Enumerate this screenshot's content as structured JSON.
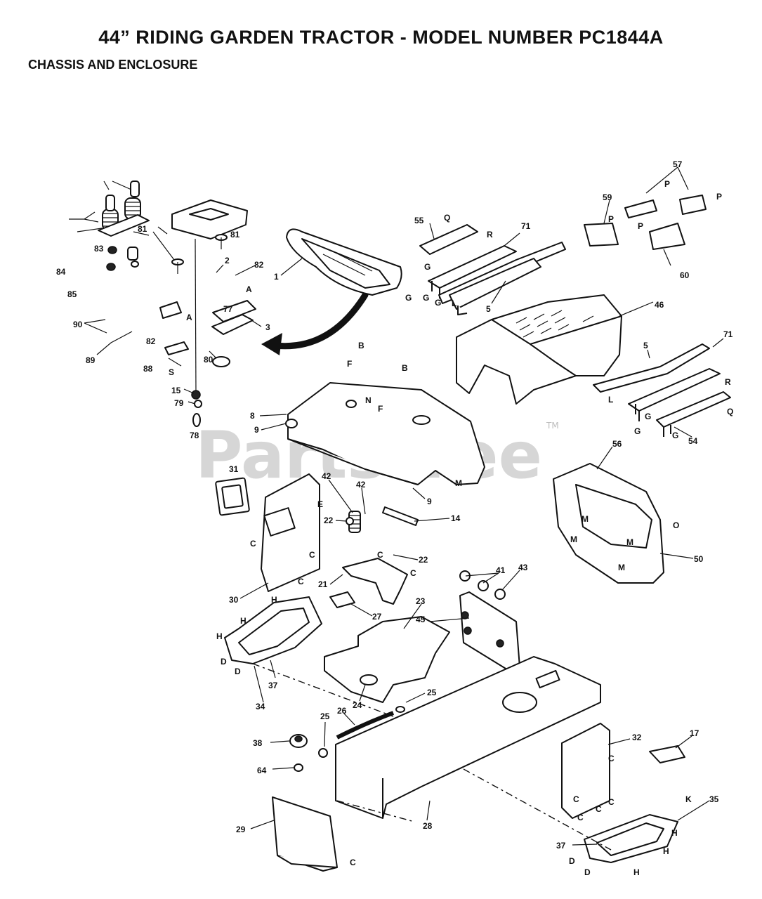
{
  "header": {
    "title": "44” RIDING GARDEN TRACTOR - MODEL NUMBER PC1844A",
    "subtitle": "CHASSIS AND ENCLOSURE"
  },
  "watermark": {
    "text": "PartsTree",
    "trademark": "TM"
  },
  "callouts": [
    "1",
    "2",
    "3",
    "5",
    "5",
    "8",
    "9",
    "9",
    "14",
    "15",
    "17",
    "21",
    "22",
    "22",
    "23",
    "24",
    "25",
    "25",
    "26",
    "27",
    "28",
    "29",
    "30",
    "31",
    "32",
    "34",
    "35",
    "37",
    "37",
    "38",
    "41",
    "42",
    "42",
    "43",
    "45",
    "46",
    "50",
    "54",
    "55",
    "56",
    "57",
    "59",
    "60",
    "64",
    "71",
    "71",
    "77",
    "78",
    "79",
    "80",
    "81",
    "81",
    "82",
    "82",
    "83",
    "84",
    "85",
    "88",
    "89",
    "90"
  ],
  "reference_letters": [
    "A",
    "A",
    "S",
    "B",
    "B",
    "F",
    "F",
    "N",
    "M",
    "M",
    "M",
    "M",
    "M",
    "O",
    "Q",
    "Q",
    "R",
    "R",
    "L",
    "L",
    "G",
    "G",
    "G",
    "G",
    "G",
    "G",
    "G",
    "P",
    "P",
    "P",
    "P",
    "E",
    "C",
    "C",
    "C",
    "C",
    "C",
    "C",
    "C",
    "C",
    "C",
    "C",
    "C",
    "H",
    "H",
    "H",
    "H",
    "H",
    "H",
    "D",
    "D",
    "D",
    "D",
    "K"
  ]
}
